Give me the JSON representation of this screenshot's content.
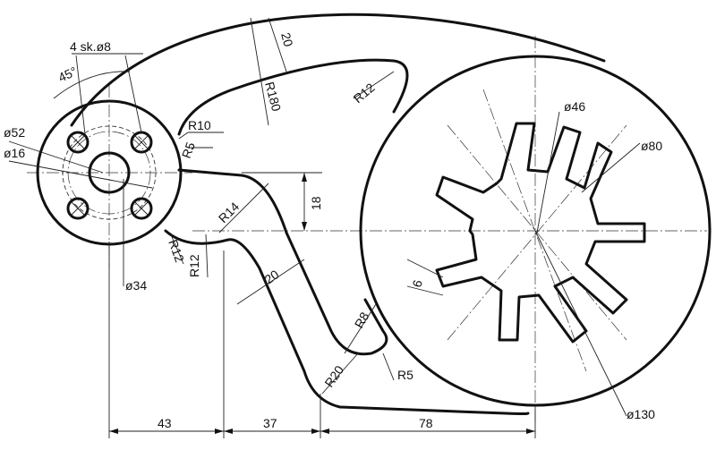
{
  "dims": {
    "bolts": "4 sk.ø8",
    "angle": "45°",
    "d52": "ø52",
    "d16": "ø16",
    "d34": "ø34",
    "r10": "R10",
    "r5a": "R5",
    "r14": "R14",
    "r12a": "R12",
    "r12b": "R12",
    "r12c": "R12",
    "w20a": "20",
    "w20b": "20",
    "r180": "R180",
    "h18": "18",
    "r8": "R8",
    "r20": "R20",
    "r5b": "R5",
    "d46": "ø46",
    "d80": "ø80",
    "w6": "6",
    "d130": "ø130",
    "l43": "43",
    "l37": "37",
    "l78": "78"
  }
}
